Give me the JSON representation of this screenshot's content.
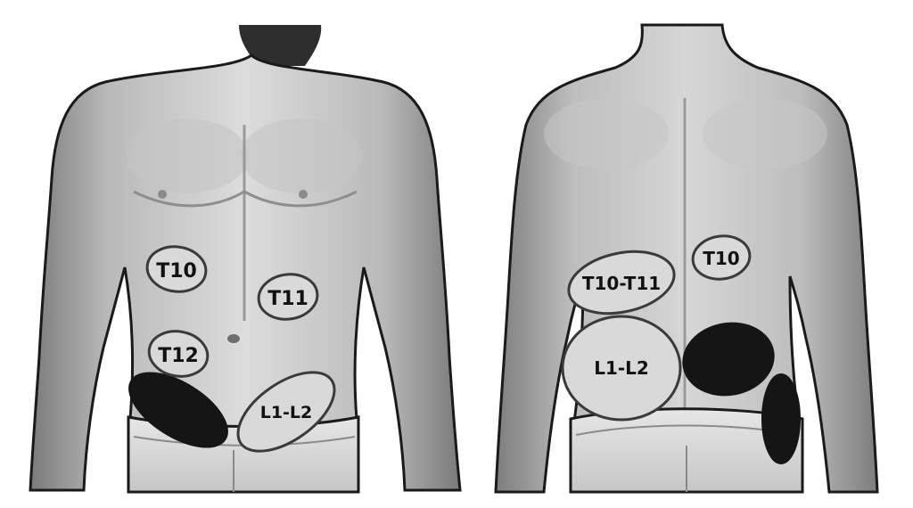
{
  "colors": {
    "background": "#ffffff",
    "outline": "#1a1a1a",
    "skin_light": "#d8d8d8",
    "skin_mid": "#a9a9a9",
    "skin_dark": "#6f6f6f",
    "hair": "#2e2e2e",
    "zone_light_fill": "#d9d9d9",
    "zone_light_stroke": "#3a3a3a",
    "zone_dark_fill": "#151515",
    "label_text": "#111111"
  },
  "views": [
    {
      "name": "front-view",
      "zones": [
        {
          "id": "front-t10",
          "label": "T10",
          "shade": "light"
        },
        {
          "id": "front-t11",
          "label": "T11",
          "shade": "light"
        },
        {
          "id": "front-t12",
          "label": "T12",
          "shade": "light"
        },
        {
          "id": "front-l1-l2",
          "label": "L1-L2",
          "shade": "light"
        },
        {
          "id": "front-dark",
          "label": "",
          "shade": "dark"
        }
      ]
    },
    {
      "name": "back-view",
      "zones": [
        {
          "id": "back-t10",
          "label": "T10",
          "shade": "light"
        },
        {
          "id": "back-t10-t11",
          "label": "T10-T11",
          "shade": "light"
        },
        {
          "id": "back-l1-l2",
          "label": "L1-L2",
          "shade": "light"
        },
        {
          "id": "back-dark-large",
          "label": "",
          "shade": "dark"
        },
        {
          "id": "back-dark-side",
          "label": "",
          "shade": "dark"
        }
      ]
    }
  ]
}
